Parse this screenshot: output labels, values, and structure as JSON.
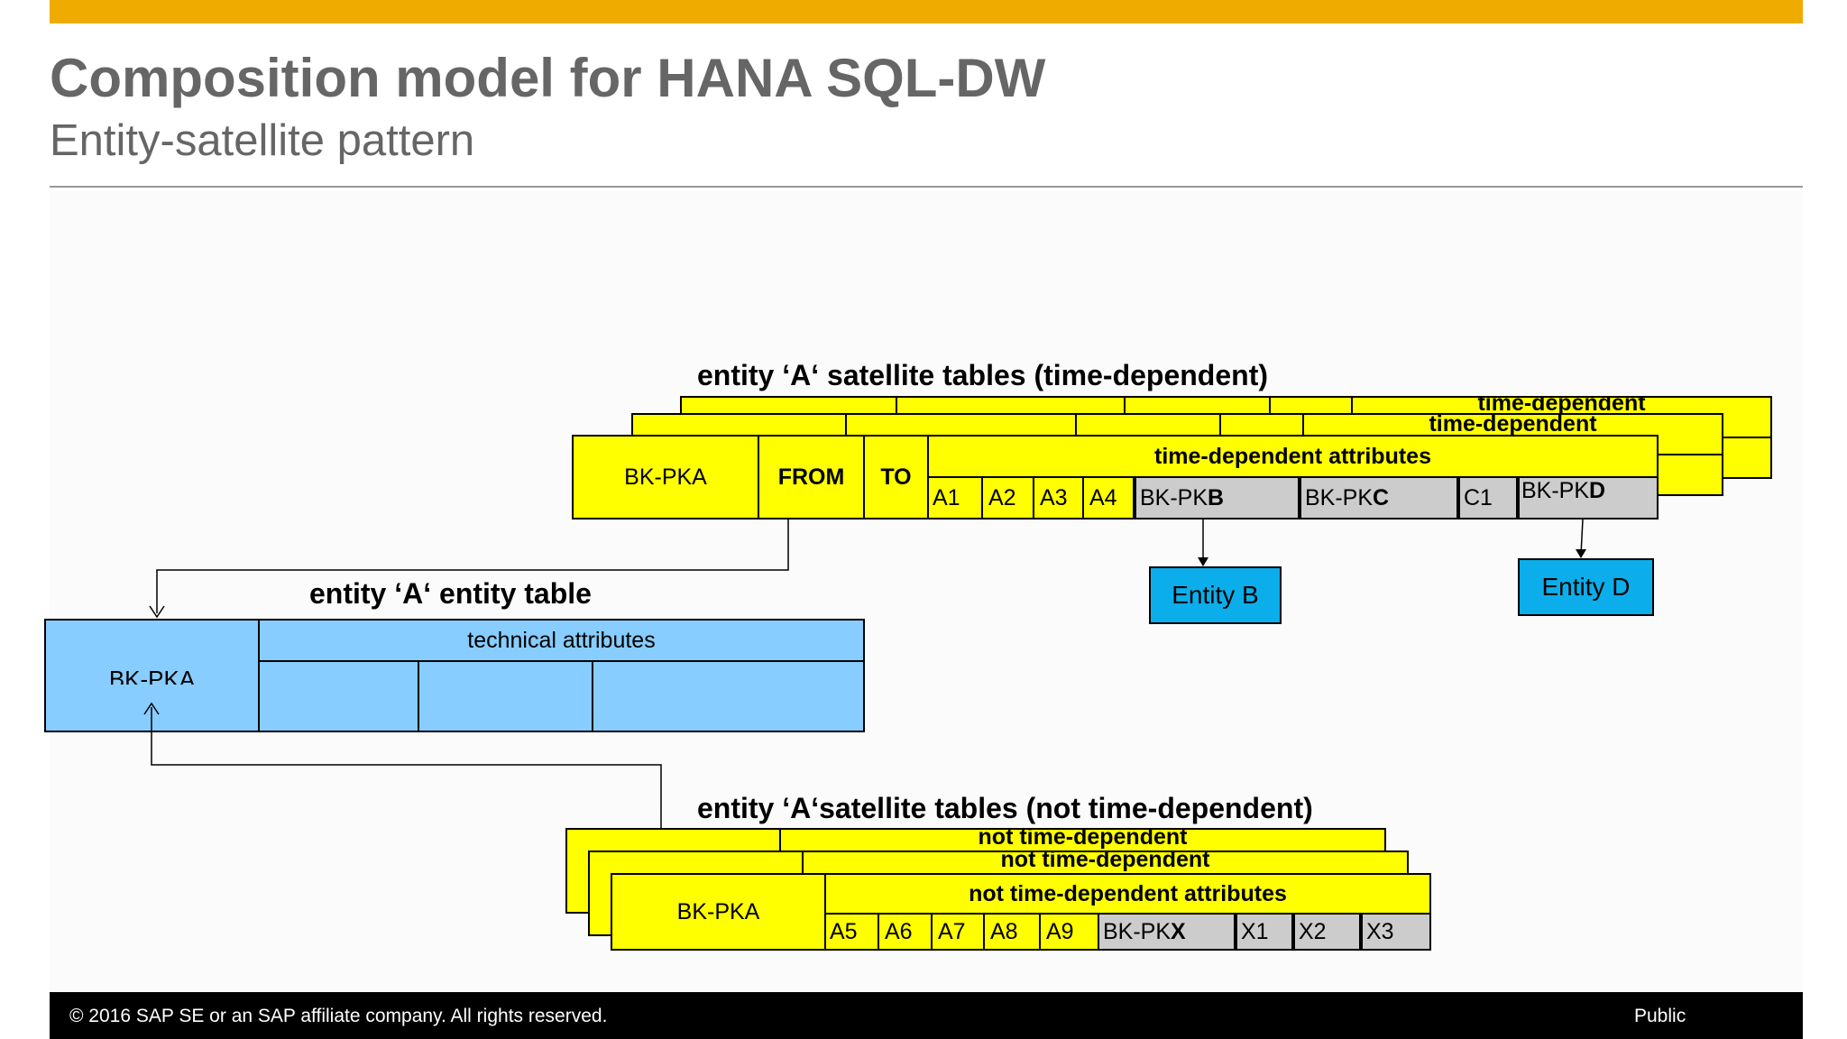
{
  "slide": {
    "title": "Composition model for HANA SQL-DW",
    "subtitle": "Entity-satellite pattern"
  },
  "footer": {
    "copyright": "© 2016 SAP SE or an SAP affiliate company. All rights reserved.",
    "classification": "Public"
  },
  "colors": {
    "accent_bar": "#f0ab00",
    "table_yellow": "#ffff00",
    "key_grey": "#cccccc",
    "entity_table_blue": "#87cdff",
    "entity_box_blue": "#0baeea"
  },
  "time_dependent": {
    "heading": "entity ‘A‘ satellite tables (time-dependent)",
    "back_label": "time-dependent",
    "mid_label": "time-dependent",
    "front": {
      "bk": "BK-PKA",
      "from": "FROM",
      "to": "TO",
      "attributes_header": "time-dependent  attributes",
      "a1": "A1",
      "a2": "A2",
      "a3": "A3",
      "a4": "A4",
      "bk_b_prefix": "BK-PK",
      "bk_b_suffix": "B",
      "bk_c_prefix": "BK-PK",
      "bk_c_suffix": "C",
      "c1": "C1",
      "bk_d_prefix": "BK-PK",
      "bk_d_suffix": "D"
    }
  },
  "entity_b": "Entity B",
  "entity_d": "Entity D",
  "entity_table": {
    "heading": "entity ‘A‘ entity table",
    "bk": "BK-PKA",
    "attributes_header": "technical attributes"
  },
  "not_time_dependent": {
    "heading": "entity ‘A‘satellite tables (not time-dependent)",
    "back_label": "not time-dependent",
    "mid_label": "not time-dependent",
    "front": {
      "bk": "BK-PKA",
      "attributes_header": "not time-dependent attributes",
      "a5": "A5",
      "a6": "A6",
      "a7": "A7",
      "a8": "A8",
      "a9": "A9",
      "bk_x_prefix": "BK-PK",
      "bk_x_suffix": "X",
      "x1": "X1",
      "x2": "X2",
      "x3": "X3"
    }
  }
}
